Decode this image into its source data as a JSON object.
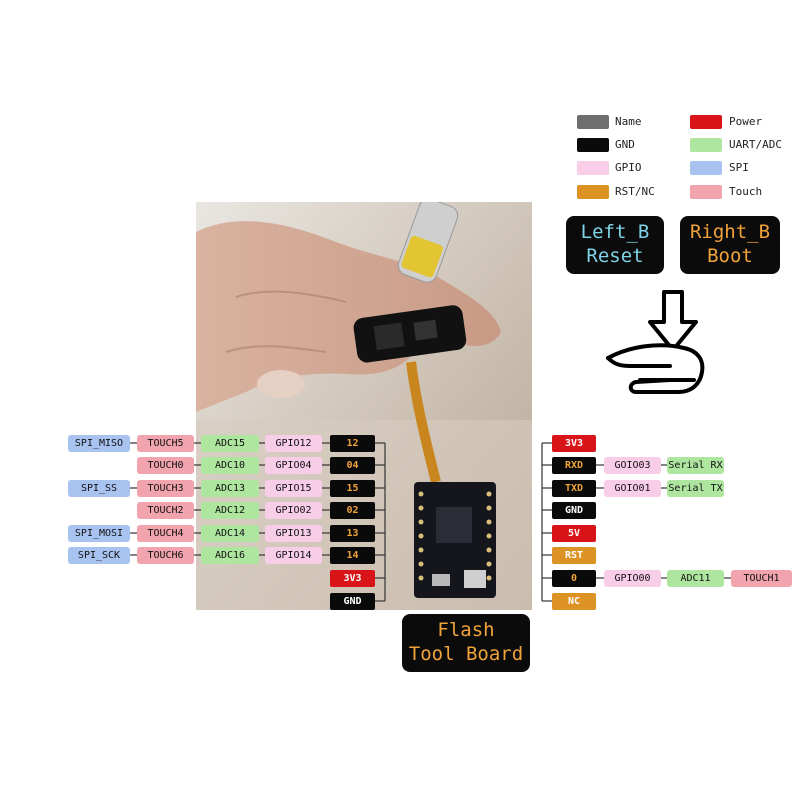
{
  "colors": {
    "name": "#6e6e6e",
    "gnd": "#0a0a0a",
    "gpio": "#f8cde8",
    "rst_nc": "#dd9324",
    "power": "#d91418",
    "uart_adc": "#aee6a0",
    "spi": "#a9c3f1",
    "touch": "#f1a4ad",
    "orange_text": "#f0a33a",
    "blue_text": "#7fd3e6"
  },
  "legend": [
    {
      "label": "Name",
      "color_key": "name"
    },
    {
      "label": "Power",
      "color_key": "power"
    },
    {
      "label": "GND",
      "color_key": "gnd"
    },
    {
      "label": "UART/ADC",
      "color_key": "uart_adc"
    },
    {
      "label": "GPIO",
      "color_key": "gpio"
    },
    {
      "label": "SPI",
      "color_key": "spi"
    },
    {
      "label": "RST/NC",
      "color_key": "rst_nc"
    },
    {
      "label": "Touch",
      "color_key": "touch"
    }
  ],
  "buttons": {
    "left": {
      "line1": "Left_B",
      "line2": "Reset"
    },
    "right": {
      "line1": "Right_B",
      "line2": "Boot"
    }
  },
  "flash": {
    "line1": "Flash",
    "line2": "Tool Board"
  },
  "left_pins": [
    {
      "spi": "SPI_MISO",
      "touch": "TOUCH5",
      "adc": "ADC15",
      "gpio": "GPIO12",
      "num": "12"
    },
    {
      "spi": "",
      "touch": "TOUCH0",
      "adc": "ADC10",
      "gpio": "GPIO04",
      "num": "04"
    },
    {
      "spi": "SPI_SS",
      "touch": "TOUCH3",
      "adc": "ADC13",
      "gpio": "GPIO15",
      "num": "15"
    },
    {
      "spi": "",
      "touch": "TOUCH2",
      "adc": "ADC12",
      "gpio": "GPIO02",
      "num": "02"
    },
    {
      "spi": "SPI_MOSI",
      "touch": "TOUCH4",
      "adc": "ADC14",
      "gpio": "GPIO13",
      "num": "13"
    },
    {
      "spi": "SPI_SCK",
      "touch": "TOUCH6",
      "adc": "ADC16",
      "gpio": "GPIO14",
      "num": "14"
    },
    {
      "power": "3V3"
    },
    {
      "gnd": "GND"
    }
  ],
  "right_pins": [
    {
      "name": "3V3",
      "type": "power"
    },
    {
      "name": "RXD",
      "type": "gnd",
      "gpio": "GOIO03",
      "func": "Serial RX"
    },
    {
      "name": "TXD",
      "type": "gnd",
      "gpio": "GOIO01",
      "func": "Serial TX"
    },
    {
      "name": "GND",
      "type": "gnd"
    },
    {
      "name": "5V",
      "type": "power"
    },
    {
      "name": "RST",
      "type": "rst"
    },
    {
      "name": "0",
      "type": "gnd",
      "gpio": "GPIO00",
      "adc": "ADC11",
      "touch": "TOUCH1"
    },
    {
      "name": "NC",
      "type": "rst"
    }
  ]
}
